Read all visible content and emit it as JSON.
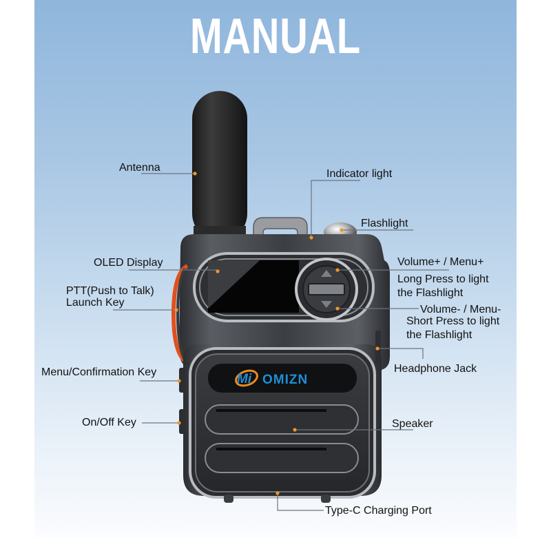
{
  "title": "MANUAL",
  "brand": {
    "logo_text": "Mi",
    "name": "OMIZN"
  },
  "colors": {
    "accent_dot": "#f0962a",
    "leader_line": "#6b7480",
    "brand_blue": "#1e8fd6",
    "brand_orange": "#f08a1c",
    "ptt_ring": "#e0501e"
  },
  "callouts": {
    "antenna": "Antenna",
    "indicator": "Indicator light",
    "flashlight": "Flashlight",
    "oled": "OLED Display",
    "ptt_line1": "PTT(Push to Talk)",
    "ptt_line2": "Launch Key",
    "vol_up": "Volume+ / Menu+",
    "vol_up_note1": "Long Press to light",
    "vol_up_note2": "the Flashlight",
    "vol_down": "Volume- / Menu-",
    "vol_down_note1": "Short Press to light",
    "vol_down_note2": "the Flashlight",
    "menu_key": "Menu/Confirmation Key",
    "headphone": "Headphone Jack",
    "onoff": "On/Off Key",
    "speaker": "Speaker",
    "typec": "Type-C Charging Port"
  }
}
